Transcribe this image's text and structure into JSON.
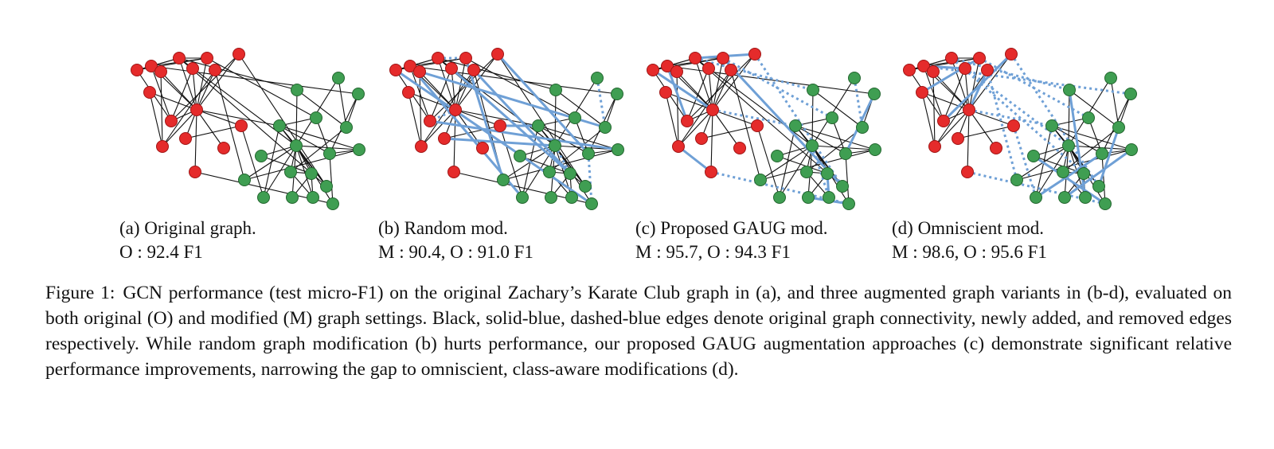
{
  "colors": {
    "class_a_node": "#e52b2b",
    "class_b_node": "#3f9e52",
    "original_edge": "#111111",
    "modified_edge": "#6fa0d6"
  },
  "graph": {
    "num_nodes": 34,
    "class_a": [
      0,
      1,
      2,
      3,
      4,
      5,
      6,
      7,
      8,
      9,
      10,
      11,
      12,
      13,
      14,
      15
    ],
    "edges": [
      [
        0,
        1
      ],
      [
        0,
        2
      ],
      [
        0,
        3
      ],
      [
        0,
        5
      ],
      [
        0,
        6
      ],
      [
        0,
        7
      ],
      [
        0,
        8
      ],
      [
        0,
        9
      ],
      [
        0,
        10
      ],
      [
        0,
        11
      ],
      [
        0,
        12
      ],
      [
        0,
        13
      ],
      [
        0,
        14
      ],
      [
        0,
        15
      ],
      [
        1,
        2
      ],
      [
        1,
        3
      ],
      [
        1,
        4
      ],
      [
        1,
        10
      ],
      [
        2,
        3
      ],
      [
        2,
        4
      ],
      [
        2,
        16
      ],
      [
        2,
        29
      ],
      [
        2,
        20
      ],
      [
        3,
        4
      ],
      [
        3,
        18
      ],
      [
        4,
        10
      ],
      [
        5,
        11
      ],
      [
        6,
        11
      ],
      [
        7,
        10
      ],
      [
        8,
        10
      ],
      [
        9,
        11
      ],
      [
        12,
        15
      ],
      [
        1,
        19
      ],
      [
        0,
        21
      ],
      [
        16,
        20
      ],
      [
        17,
        20
      ],
      [
        17,
        22
      ],
      [
        16,
        22
      ],
      [
        18,
        21
      ],
      [
        18,
        24
      ],
      [
        19,
        22
      ],
      [
        19,
        24
      ],
      [
        20,
        23
      ],
      [
        20,
        25
      ],
      [
        20,
        21
      ],
      [
        20,
        26
      ],
      [
        20,
        27
      ],
      [
        20,
        28
      ],
      [
        20,
        29
      ],
      [
        20,
        30
      ],
      [
        20,
        31
      ],
      [
        20,
        32
      ],
      [
        20,
        33
      ],
      [
        21,
        24
      ],
      [
        21,
        27
      ],
      [
        21,
        30
      ],
      [
        22,
        25
      ],
      [
        23,
        26
      ],
      [
        24,
        27
      ],
      [
        24,
        31
      ],
      [
        25,
        26
      ],
      [
        25,
        33
      ],
      [
        26,
        32
      ],
      [
        27,
        28
      ],
      [
        21,
        29
      ],
      [
        8,
        29
      ],
      [
        13,
        31
      ],
      [
        15,
        30
      ],
      [
        9,
        28
      ],
      [
        26,
        33
      ]
    ]
  },
  "panels": [
    {
      "caption_line1": "(a) Original graph.",
      "caption_line2": "O : 92.4 F1",
      "added": [],
      "removed": []
    },
    {
      "caption_line1": "(b) Random mod.",
      "caption_line2": "M : 90.4, O : 91.0 F1",
      "added": [
        [
          1,
          30
        ],
        [
          10,
          27
        ],
        [
          7,
          26
        ],
        [
          8,
          24
        ],
        [
          4,
          31
        ],
        [
          3,
          28
        ],
        [
          15,
          21
        ],
        [
          9,
          26
        ],
        [
          12,
          20
        ],
        [
          6,
          22
        ]
      ],
      "removed": [
        [
          2,
          3
        ],
        [
          0,
          10
        ],
        [
          17,
          22
        ],
        [
          24,
          31
        ],
        [
          20,
          26
        ]
      ]
    },
    {
      "caption_line1": "(c) Proposed GAUG mod.",
      "caption_line2": "M : 95.7, O : 94.3 F1",
      "added": [
        [
          0,
          4
        ],
        [
          1,
          10
        ],
        [
          2,
          8
        ],
        [
          3,
          29
        ],
        [
          26,
          33
        ],
        [
          31,
          32
        ],
        [
          11,
          13
        ],
        [
          19,
          24
        ]
      ],
      "removed": [
        [
          2,
          16
        ],
        [
          0,
          21
        ],
        [
          8,
          29
        ],
        [
          13,
          31
        ],
        [
          17,
          22
        ],
        [
          20,
          33
        ],
        [
          3,
          18
        ]
      ]
    },
    {
      "caption_line1": "(d) Omniscient mod.",
      "caption_line2": "M : 98.6, O : 95.6 F1",
      "added": [
        [
          0,
          9
        ],
        [
          1,
          7
        ],
        [
          10,
          8
        ],
        [
          16,
          33
        ],
        [
          23,
          31
        ],
        [
          27,
          32
        ],
        [
          22,
          29
        ],
        [
          24,
          30
        ],
        [
          3,
          5
        ]
      ],
      "removed": [
        [
          2,
          16
        ],
        [
          2,
          29
        ],
        [
          2,
          20
        ],
        [
          3,
          18
        ],
        [
          8,
          29
        ],
        [
          13,
          31
        ],
        [
          15,
          30
        ],
        [
          9,
          28
        ],
        [
          0,
          21
        ],
        [
          1,
          19
        ]
      ]
    }
  ],
  "caption": {
    "label": "Figure 1:",
    "text": "GCN performance (test micro-F1) on the original Zachary’s Karate Club graph in (a), and three augmented graph variants in (b-d), evaluated on both original (O) and modified (M) graph settings. Black, solid-blue, dashed-blue edges denote original graph connectivity, newly added, and removed edges respectively. While random graph modification (b) hurts performance, our proposed GAUG augmentation approaches (c) demonstrate significant relative performance improvements, narrowing the gap to omniscient, class-aware modifications (d)."
  }
}
